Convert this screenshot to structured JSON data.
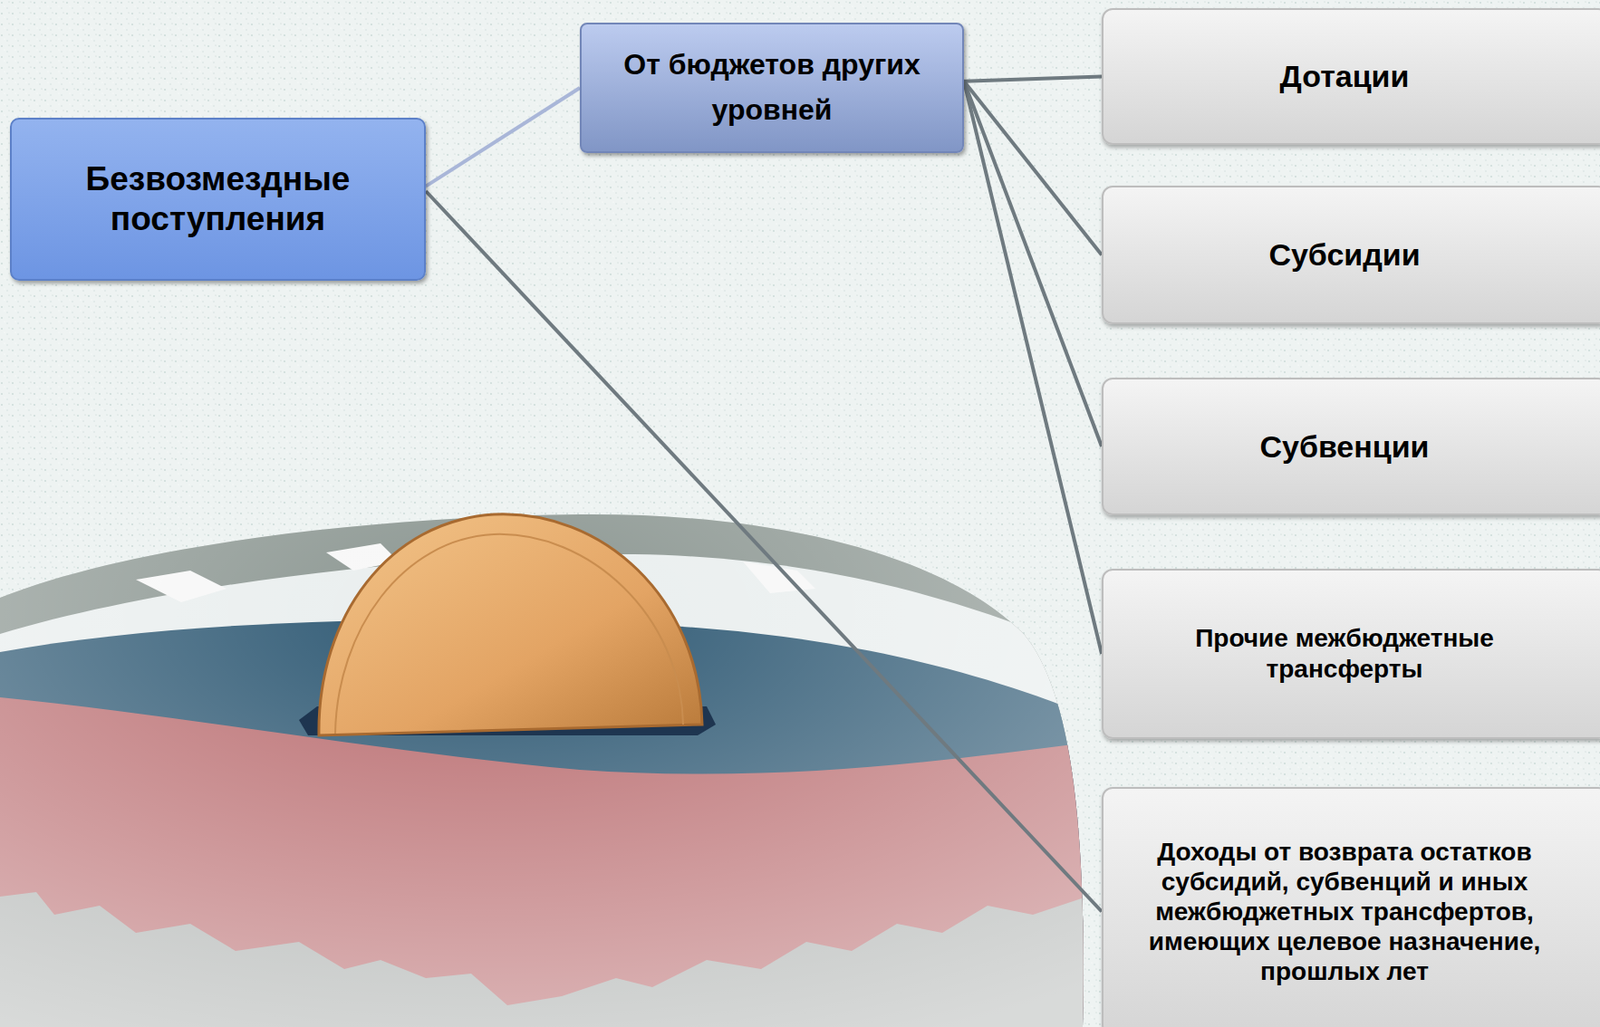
{
  "diagram": {
    "nodes": [
      {
        "text": [
          "Безвозмездные поступления"
        ]
      },
      {
        "text": [
          "От бюджетов других уровней"
        ]
      },
      {
        "text": [
          "Дотации"
        ]
      },
      {
        "text": [
          "Субсидии"
        ]
      },
      {
        "text": [
          "Субвенции"
        ]
      },
      {
        "text": [
          "Прочие межбюджетные трансферты"
        ]
      },
      {
        "text": [
          "Доходы от возврата остатков субсидий, субвенций и иных межбюджетных трансфертов, имеющих целевое назначение, прошлых лет"
        ]
      }
    ],
    "edges": [
      {
        "from": 0,
        "to": 1,
        "arrow": "none"
      },
      {
        "from": 1,
        "to": 2,
        "arrow": "none"
      },
      {
        "from": 1,
        "to": 3,
        "arrow": "none"
      },
      {
        "from": 1,
        "to": 4,
        "arrow": "none"
      },
      {
        "from": 1,
        "to": 5,
        "arrow": "none"
      },
      {
        "from": 0,
        "to": 6,
        "arrow": "none"
      }
    ]
  }
}
